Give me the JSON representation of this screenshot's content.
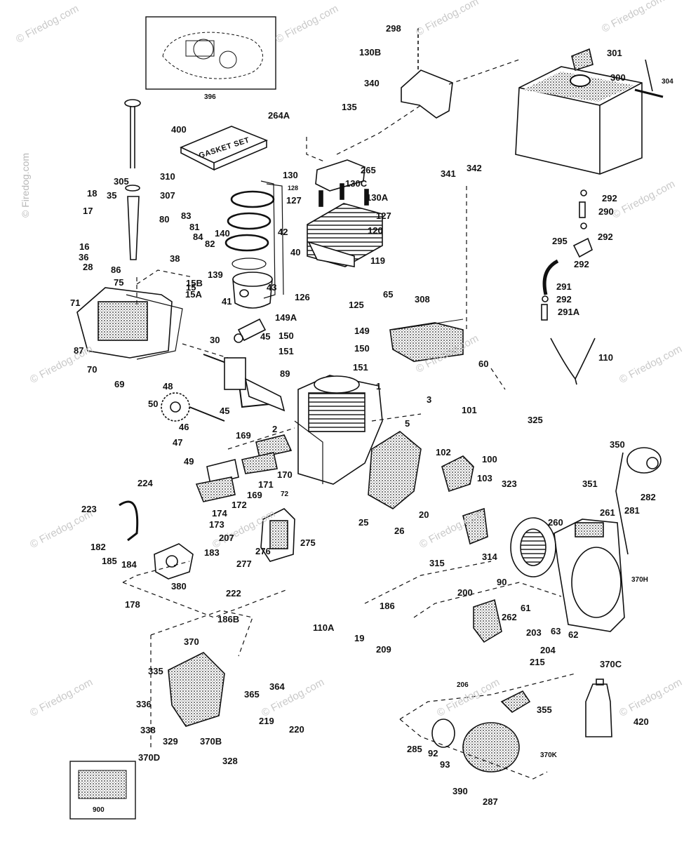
{
  "watermark": "© Firedog.com",
  "inset_labels": {
    "overhaul_kit": "396",
    "short_block_kit": "900"
  },
  "gasket_box_text": "GASKET SET",
  "callouts": {
    "p298": "298",
    "p130B": "130B",
    "p340": "340",
    "p301": "301",
    "p300": "300",
    "p304": "304",
    "p264A": "264A",
    "p135": "135",
    "p400": "400",
    "p265": "265",
    "p310": "310",
    "p305": "305",
    "p307": "307",
    "p130": "130",
    "p128": "128",
    "p130C": "130C",
    "p130A": "130A",
    "p127a": "127",
    "p127b": "127",
    "p120": "120",
    "p119": "119",
    "p341": "341",
    "p342": "342",
    "p292a": "292",
    "p290": "290",
    "p292b": "292",
    "p295": "295",
    "p292c": "292",
    "p291": "291",
    "p292d": "292",
    "p291A": "291A",
    "p18": "18",
    "p35": "35",
    "p17": "17",
    "p16": "16",
    "p36": "36",
    "p28": "28",
    "p86": "86",
    "p75": "75",
    "p71": "71",
    "p80": "80",
    "p83": "83",
    "p81": "81",
    "p84": "84",
    "p82": "82",
    "p140": "140",
    "p139": "139",
    "p42": "42",
    "p40": "40",
    "p38": "38",
    "p15B": "15B",
    "p15": "15",
    "p15A": "15A",
    "p41": "41",
    "p43": "43",
    "p126": "126",
    "p125": "125",
    "p65": "65",
    "p308": "308",
    "p149A": "149A",
    "p149": "149",
    "p150a": "150",
    "p150b": "150",
    "p151a": "151",
    "p151b": "151",
    "p60": "60",
    "p110": "110",
    "p87": "87",
    "p70": "70",
    "p69": "69",
    "p30": "30",
    "p45a": "45",
    "p89": "89",
    "p48": "48",
    "p50": "50",
    "p1": "1",
    "p3": "3",
    "p5": "5",
    "p325": "325",
    "p45b": "45",
    "p46": "46",
    "p47": "47",
    "p49": "49",
    "p2": "2",
    "p169a": "169",
    "p101": "101",
    "p350": "350",
    "p171": "171",
    "p170": "170",
    "p169b": "169",
    "p102": "102",
    "p100": "100",
    "p103": "103",
    "p323": "323",
    "p224": "224",
    "p72": "72",
    "p351": "351",
    "p282": "282",
    "p261": "261",
    "p281": "281",
    "p260": "260",
    "p174": "174",
    "p172": "172",
    "p173": "173",
    "p223": "223",
    "p25": "25",
    "p20": "20",
    "p26": "26",
    "p207": "207",
    "p275": "275",
    "p276": "276",
    "p182": "182",
    "p185": "185",
    "p184": "184",
    "p183": "183",
    "p277": "277",
    "p315": "315",
    "p314": "314",
    "p90": "90",
    "p370H": "370H",
    "p380": "380",
    "p222": "222",
    "p178": "178",
    "p186B": "186B",
    "p200": "200",
    "p186": "186",
    "p262": "262",
    "p61": "61",
    "p203": "203",
    "p63": "63",
    "p62": "62",
    "p110A": "110A",
    "p19": "19",
    "p209": "209",
    "p204": "204",
    "p215": "215",
    "p370a": "370",
    "p370C": "370C",
    "p335": "335",
    "p364": "364",
    "p365": "365",
    "p206": "206",
    "p336": "336",
    "p355": "355",
    "p420": "420",
    "p338": "338",
    "p219": "219",
    "p220": "220",
    "p329": "329",
    "p370B": "370B",
    "p370D": "370D",
    "p328": "328",
    "p285": "285",
    "p92": "92",
    "p93": "93",
    "p370K": "370K",
    "p390": "390",
    "p287": "287"
  }
}
